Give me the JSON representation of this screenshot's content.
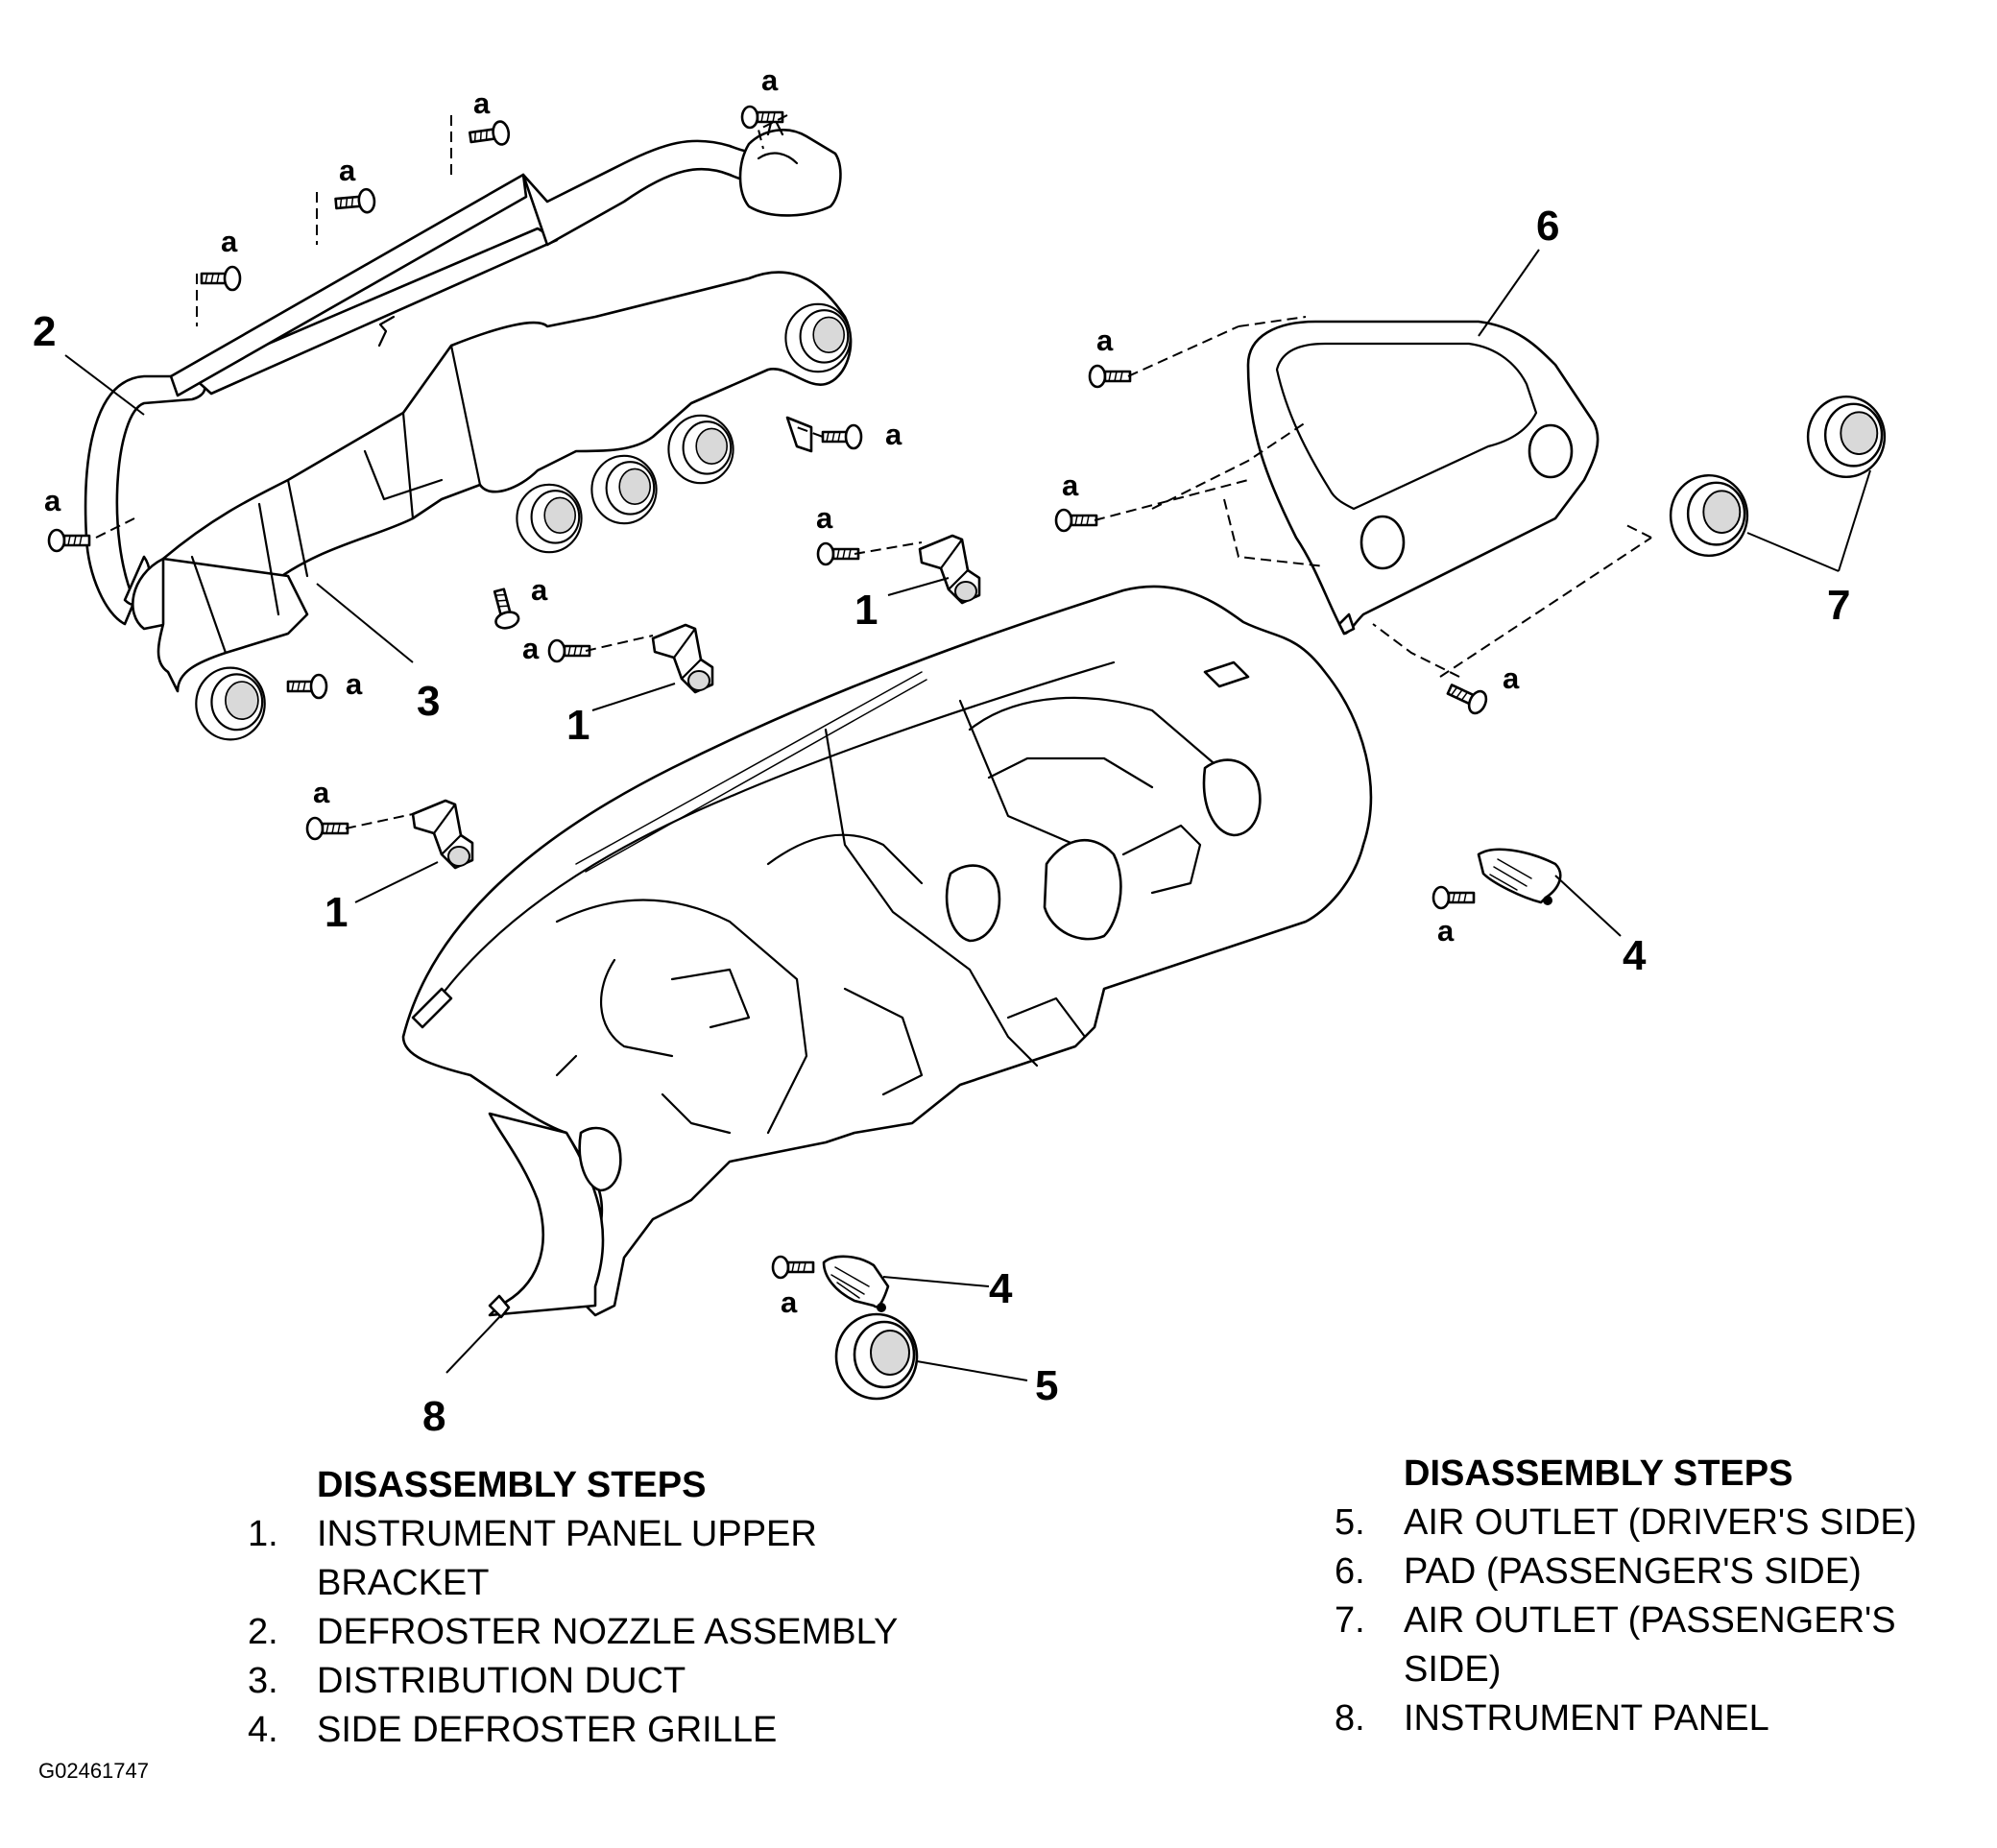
{
  "diagram": {
    "callouts": {
      "c1a": "1",
      "c1b": "1",
      "c1c": "1",
      "c2": "2",
      "c3": "3",
      "c4a": "4",
      "c4b": "4",
      "c5": "5",
      "c6": "6",
      "c7": "7",
      "c8": "8"
    },
    "fastener_label": "a"
  },
  "legend_left": {
    "heading": "DISASSEMBLY STEPS",
    "items": [
      {
        "num": "1.",
        "text": "INSTRUMENT PANEL UPPER"
      },
      {
        "num": "",
        "text": "BRACKET"
      },
      {
        "num": "2.",
        "text": "DEFROSTER NOZZLE ASSEMBLY"
      },
      {
        "num": "3.",
        "text": "DISTRIBUTION DUCT"
      },
      {
        "num": "4.",
        "text": "SIDE DEFROSTER GRILLE"
      }
    ]
  },
  "legend_right": {
    "heading": "DISASSEMBLY STEPS",
    "items": [
      {
        "num": "5.",
        "text": "AIR OUTLET (DRIVER'S SIDE)"
      },
      {
        "num": "6.",
        "text": "PAD (PASSENGER'S SIDE)"
      },
      {
        "num": "7.",
        "text": "AIR OUTLET (PASSENGER'S"
      },
      {
        "num": "",
        "text": "SIDE)"
      },
      {
        "num": "8.",
        "text": "INSTRUMENT PANEL"
      }
    ]
  },
  "figure_id": "G02461747"
}
